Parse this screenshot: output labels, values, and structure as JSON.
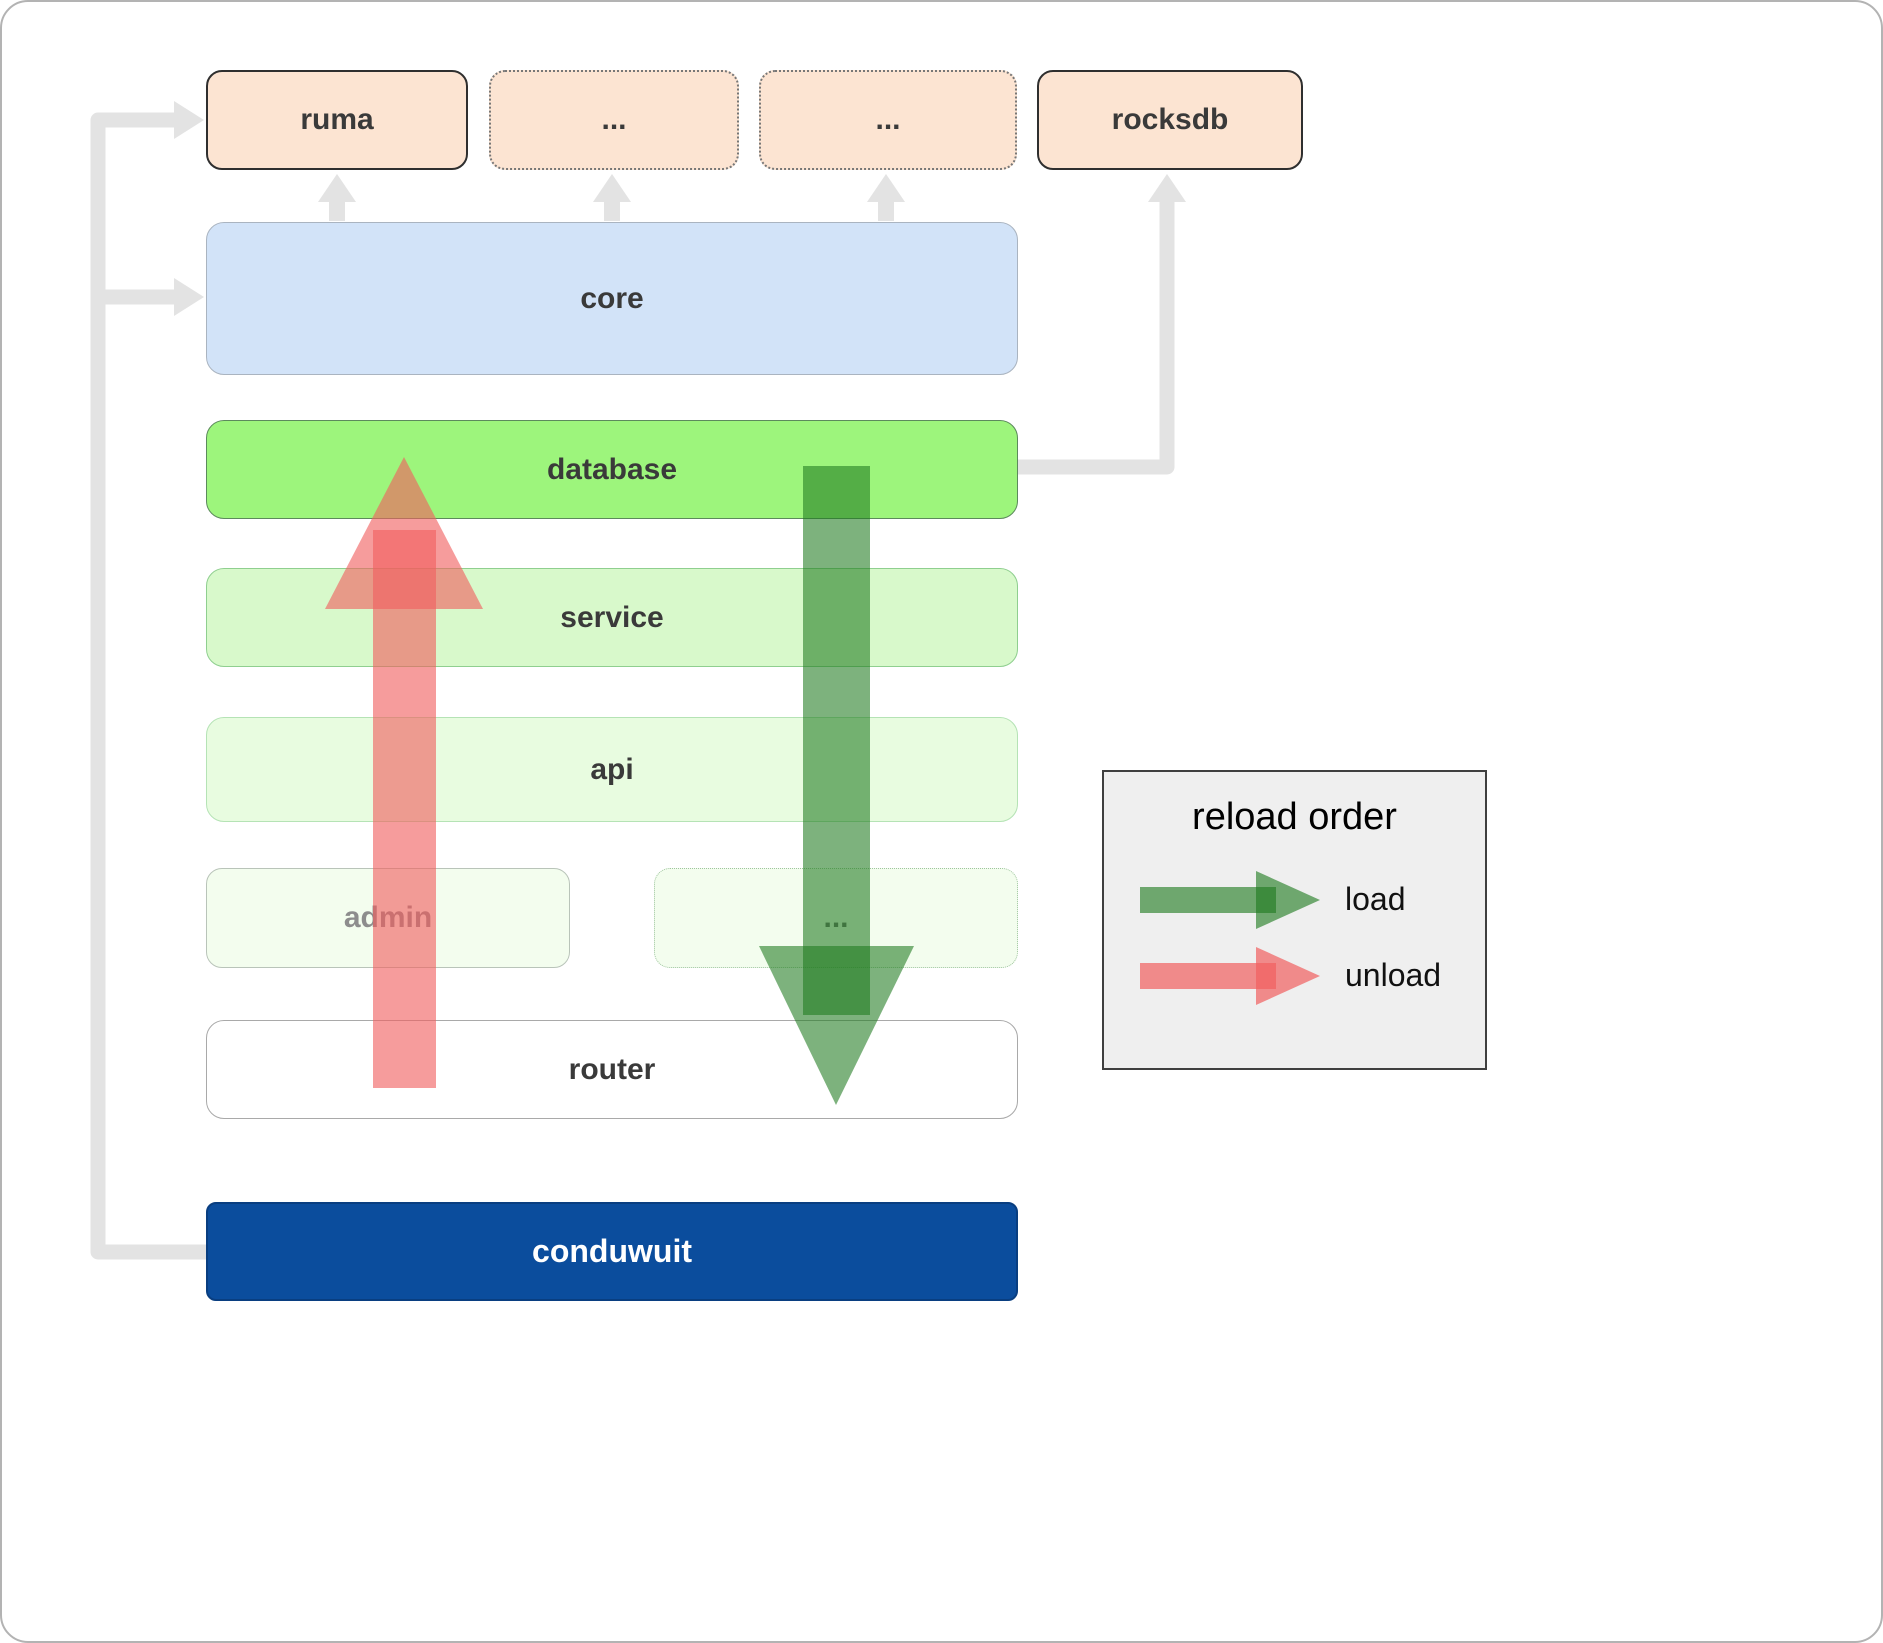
{
  "boxes": {
    "ruma": "ruma",
    "ext1": "...",
    "ext2": "...",
    "rocksdb": "rocksdb",
    "core": "core",
    "database": "database",
    "service": "service",
    "api": "api",
    "admin": "admin",
    "more": "...",
    "router": "router",
    "conduwuit": "conduwuit"
  },
  "legend": {
    "title": "reload order",
    "items": [
      {
        "label": "load",
        "color": "#2e8b2e"
      },
      {
        "label": "unload",
        "color": "#f15f5f"
      }
    ]
  },
  "colors": {
    "peach_box": "#fce4d2",
    "core_blue": "#d2e3f8",
    "database_green": "#9df57c",
    "service_green": "#d8f9cb",
    "api_green": "#e8fce0",
    "faint_green": "#f3fdee",
    "conduwuit_blue": "#0b4d9d",
    "load_arrow_green": "#2e8b2e",
    "unload_arrow_red": "#f15f5f",
    "connector_gray": "#e3e3e3"
  }
}
